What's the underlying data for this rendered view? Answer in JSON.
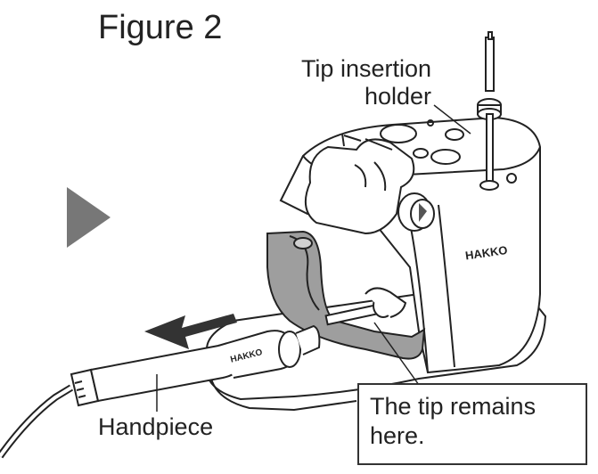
{
  "figure": {
    "title": "Figure 2"
  },
  "labels": {
    "tip_holder_line1": "Tip insertion",
    "tip_holder_line2": "holder",
    "handpiece": "Handpiece",
    "callout_line1": "The tip remains",
    "callout_line2": "here."
  },
  "brand": {
    "stand_logo": "HAKKO",
    "handle_logo": "HAKKO"
  },
  "colors": {
    "line": "#222222",
    "gray_part": "#9e9e9e",
    "arrow": "#333333",
    "play_marker": "#777777"
  },
  "icons": {
    "step_marker": "play-triangle-icon",
    "direction": "left-arrow-icon"
  }
}
